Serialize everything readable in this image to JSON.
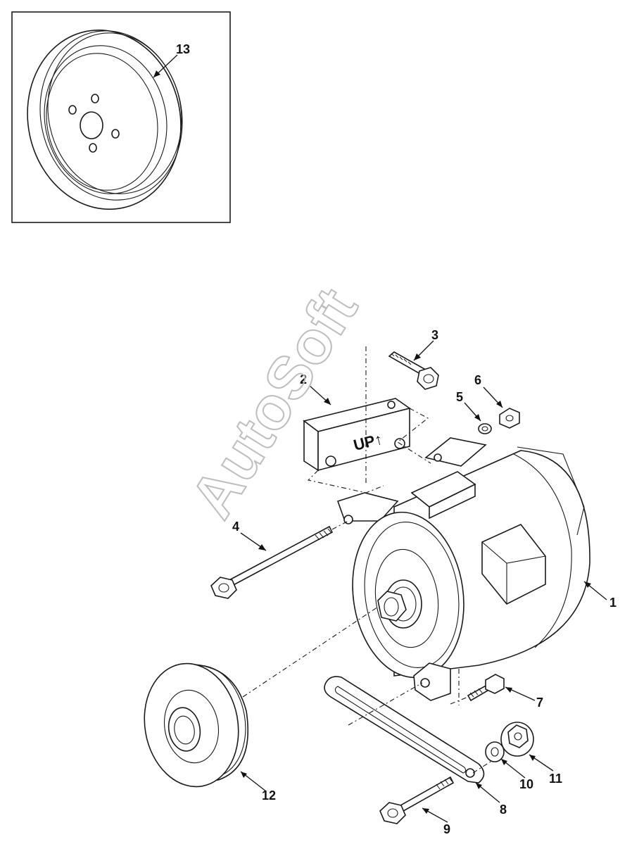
{
  "header_mark": "",
  "watermark": "AutoSoft",
  "bracket_stamp": "UP↑",
  "callouts": [
    {
      "id": "1",
      "label": "1"
    },
    {
      "id": "2",
      "label": "2"
    },
    {
      "id": "3",
      "label": "3"
    },
    {
      "id": "4",
      "label": "4"
    },
    {
      "id": "5",
      "label": "5"
    },
    {
      "id": "6",
      "label": "6"
    },
    {
      "id": "7",
      "label": "7"
    },
    {
      "id": "8",
      "label": "8"
    },
    {
      "id": "9",
      "label": "9"
    },
    {
      "id": "10",
      "label": "10"
    },
    {
      "id": "11",
      "label": "11"
    },
    {
      "id": "12",
      "label": "12"
    },
    {
      "id": "13",
      "label": "13"
    }
  ]
}
